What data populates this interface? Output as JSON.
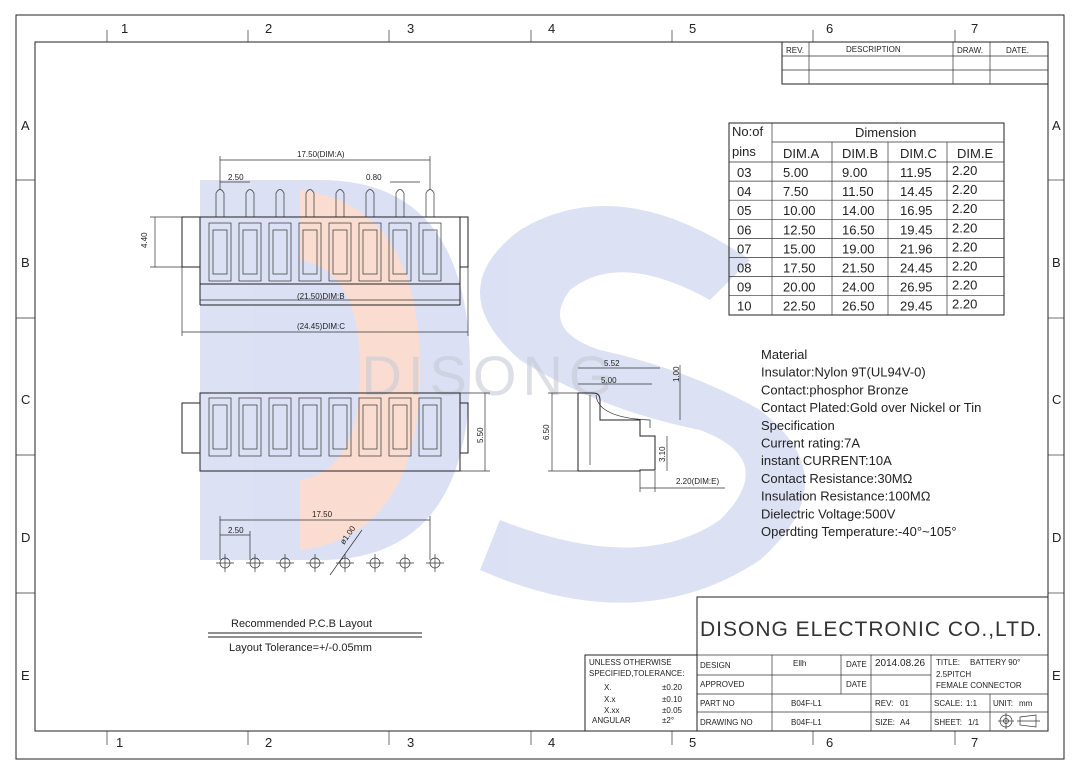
{
  "grid": {
    "cols": [
      "1",
      "2",
      "3",
      "4",
      "5",
      "6",
      "7"
    ],
    "rows": [
      "A",
      "B",
      "C",
      "D",
      "E"
    ]
  },
  "revision_table": {
    "headers": [
      "REV.",
      "DESCRIPTION",
      "DRAW.",
      "DATE."
    ]
  },
  "watermark": {
    "text": "DISONG"
  },
  "dimension_table": {
    "header_col1_line1": "No:of",
    "header_col1_line2": "pins",
    "header_group": "Dimension",
    "headers": [
      "DIM.A",
      "DIM.B",
      "DIM.C",
      "DIM.E"
    ],
    "rows": [
      [
        "03",
        "5.00",
        "9.00",
        "11.95",
        "2.20"
      ],
      [
        "04",
        "7.50",
        "11.50",
        "14.45",
        "2.20"
      ],
      [
        "05",
        "10.00",
        "14.00",
        "16.95",
        "2.20"
      ],
      [
        "06",
        "12.50",
        "16.50",
        "19.45",
        "2.20"
      ],
      [
        "07",
        "15.00",
        "19.00",
        "21.96",
        "2.20"
      ],
      [
        "08",
        "17.50",
        "21.50",
        "24.45",
        "2.20"
      ],
      [
        "09",
        "20.00",
        "24.00",
        "26.95",
        "2.20"
      ],
      [
        "10",
        "22.50",
        "26.50",
        "29.45",
        "2.20"
      ]
    ]
  },
  "specs": [
    "Material",
    "Insulator:Nylon 9T(UL94V-0)",
    "Contact:phosphor Bronze",
    "Contact Plated:Gold over Nickel or Tin",
    "Specification",
    "Current rating:7A",
    "instant CURRENT:10A",
    "Contact Resistance:30MΩ",
    "Insulation Resistance:100MΩ",
    "Dielectric Voltage:500V",
    "Operdting Temperature:-40°~105°"
  ],
  "dims": {
    "dim_a": "17.50(DIM:A)",
    "pitch": "2.50",
    "pin_w": "0.80",
    "height": "4.40",
    "dim_b": "(21.50)DIM:B",
    "dim_c": "(24.45)DIM:C",
    "front_h": "5.50",
    "side_w1": "5.52",
    "side_w2": "5.00",
    "side_t": "1.00",
    "side_h": "6.50",
    "side_h2": "3.10",
    "dim_e": "2.20(DIM:E)",
    "pcb_span": "17.50",
    "pcb_pitch": "2.50",
    "pcb_hole": "ø1.00"
  },
  "pcb": {
    "title": "Recommended P.C.B Layout",
    "tolerance": "Layout Tolerance=+/-0.05mm"
  },
  "company": "DISONG ELECTRONIC CO.,LTD.",
  "tolerance_block": {
    "line1": "UNLESS OTHERWISE",
    "line2": "SPECIFIED,TOLERANCE:",
    "rows": [
      [
        "X.",
        "±0.20"
      ],
      [
        "X.x",
        "±0.10"
      ],
      [
        "X.xx",
        "±0.05"
      ],
      [
        "ANGULAR",
        "±2°"
      ]
    ]
  },
  "title_block": {
    "design_label": "DESIGN",
    "design_value": "Ellh",
    "date_label": "DATE",
    "date_value": "2014.08.26",
    "title_label": "TITLE:",
    "title_value1": "BATTERY 90°",
    "title_value2": "2.5PITCH",
    "title_value3": "FEMALE CONNECTOR",
    "approved_label": "APPROVED",
    "date2_label": "DATE",
    "part_label": "PART NO",
    "part_value": "B04F-L1",
    "rev_label": "REV:",
    "rev_value": "01",
    "scale_label": "SCALE:",
    "scale_value": "1:1",
    "unit_label": "UNIT:",
    "unit_value": "mm",
    "drawing_label": "DRAWING NO",
    "drawing_value": "B04F-L1",
    "size_label": "SIZE:",
    "size_value": "A4",
    "sheet_label": "SHEET:",
    "sheet_value": "1/1"
  }
}
